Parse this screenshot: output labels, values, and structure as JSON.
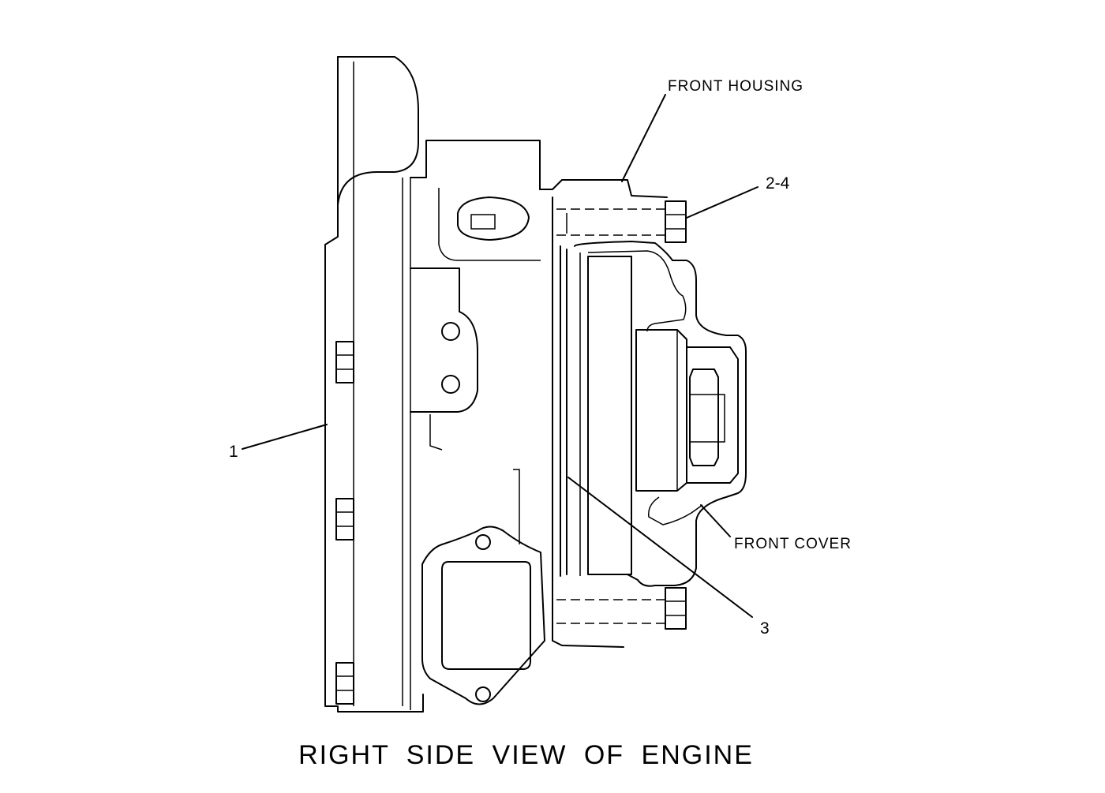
{
  "figure": {
    "caption": "RIGHT SIDE VIEW OF ENGINE",
    "callouts": {
      "front_housing": "FRONT HOUSING",
      "bolts": "2-4",
      "part_1": "1",
      "front_cover": "FRONT COVER",
      "part_3": "3"
    }
  }
}
